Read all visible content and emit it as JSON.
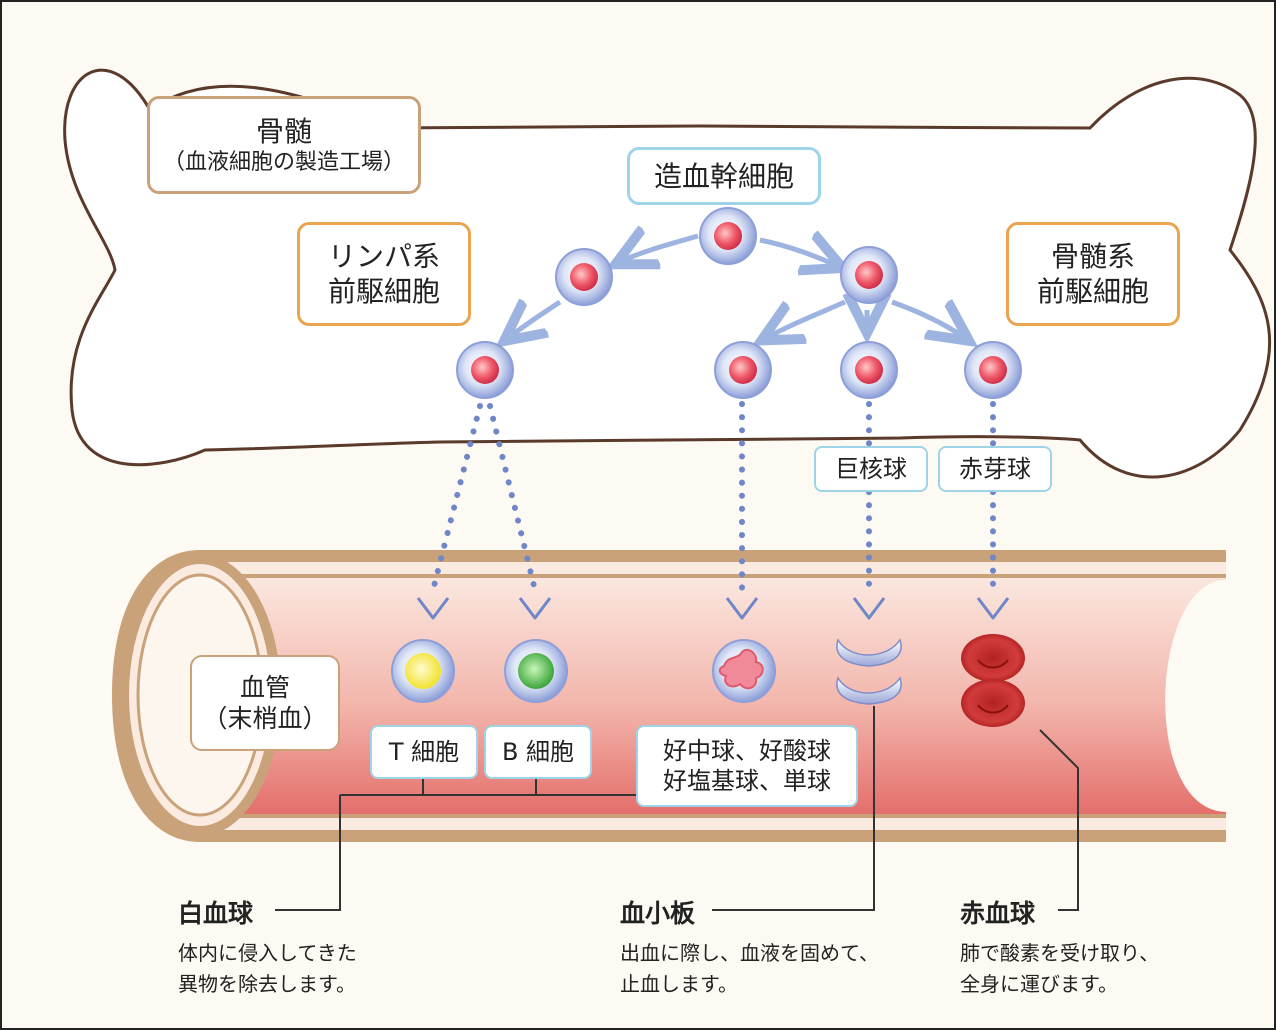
{
  "bone": {
    "title": "骨髄",
    "subtitle": "（血液細胞の製造工場）"
  },
  "stem_cell": "造血幹細胞",
  "lymphoid_progenitor": {
    "line1": "リンパ系",
    "line2": "前駆細胞"
  },
  "myeloid_progenitor": {
    "line1": "骨髄系",
    "line2": "前駆細胞"
  },
  "megakaryocyte": "巨核球",
  "erythroblast": "赤芽球",
  "vessel": {
    "title": "血管",
    "subtitle": "（末梢血）"
  },
  "t_cell": "T 細胞",
  "b_cell": "B 細胞",
  "granulocytes": {
    "line1": "好中球、好酸球",
    "line2": "好塩基球、単球"
  },
  "white_blood_cell": {
    "title": "白血球",
    "line1": "体内に侵入してきた",
    "line2": "異物を除去します。"
  },
  "platelet": {
    "title": "血小板",
    "line1": "出血に際し、血液を固めて、",
    "line2": "止血します。"
  },
  "red_blood_cell": {
    "title": "赤血球",
    "line1": "肺で酸素を受け取り、",
    "line2": "全身に運びます。"
  },
  "colors": {
    "bone_outline": "#5a3a2a",
    "box_brown": "#c9a27a",
    "box_orange": "#e9a44f",
    "box_blue": "#9fd3e8",
    "vessel_wall": "#c9a27a",
    "blood": "#e06a6a",
    "dotted_arrow": "#6f86c8",
    "t_cell": "#f2e63a",
    "b_cell": "#4fb84f",
    "red_cell": "#c92d2d"
  }
}
